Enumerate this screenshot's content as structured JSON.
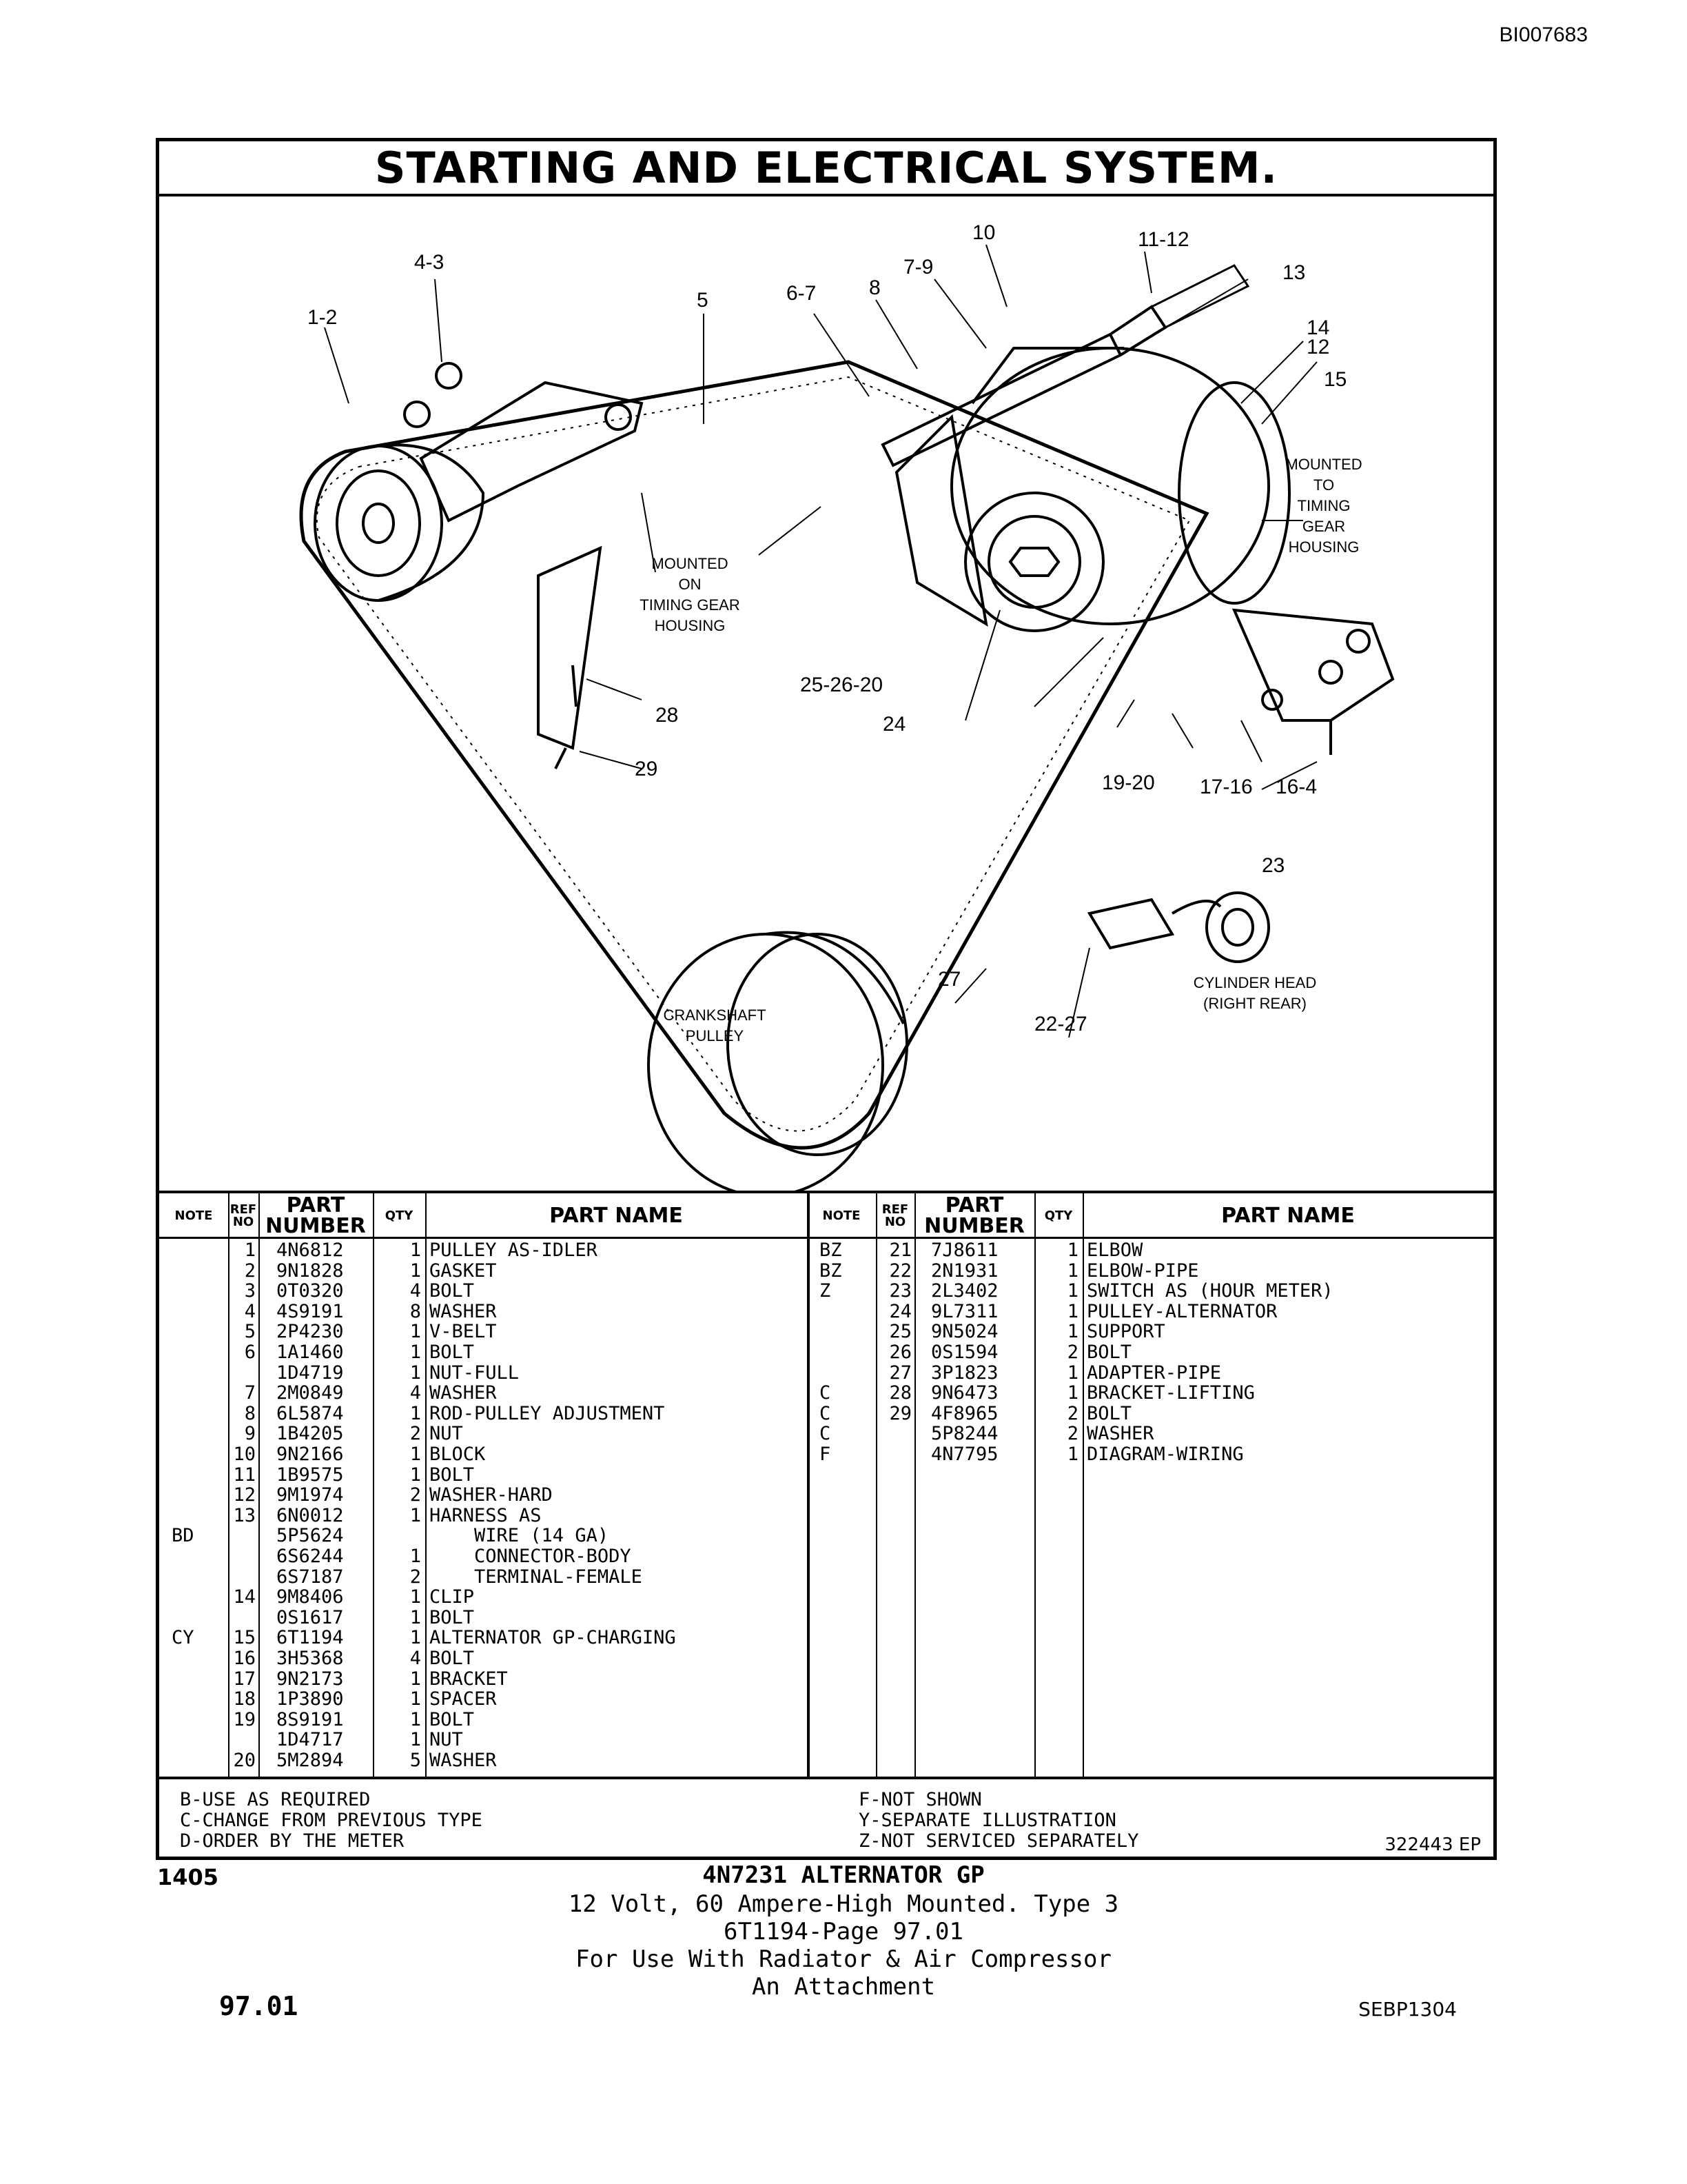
{
  "doc_id": "BI007683",
  "title": "STARTING AND ELECTRICAL SYSTEM.",
  "diagram": {
    "callouts": [
      "1-2",
      "4-3",
      "5",
      "6-7",
      "8",
      "7-9",
      "10",
      "11-12",
      "13",
      "14",
      "12",
      "15",
      "19-20",
      "17-16",
      "16-4",
      "23",
      "24",
      "25-26-20",
      "27",
      "22-27",
      "28",
      "29"
    ],
    "mounted_timing_housing_right": [
      "MOUNTED",
      "TO",
      "TIMING",
      "GEAR",
      "HOUSING"
    ],
    "mounted_timing_housing_left": [
      "MOUNTED",
      "ON",
      "TIMING GEAR",
      "HOUSING"
    ],
    "crankshaft_pulley": [
      "CRANKSHAFT",
      "PULLEY"
    ],
    "cylinder_head": [
      "CYLINDER HEAD",
      "(RIGHT REAR)"
    ]
  },
  "table": {
    "headers": {
      "note": "NOTE",
      "ref_no": [
        "REF",
        "NO"
      ],
      "part_number": [
        "PART",
        "NUMBER"
      ],
      "qty": "QTY",
      "part_name": "PART NAME"
    },
    "left_rows": [
      {
        "note": "",
        "ref": "1",
        "part": "4N6812",
        "qty": "1",
        "name": "PULLEY AS-IDLER"
      },
      {
        "note": "",
        "ref": "2",
        "part": "9N1828",
        "qty": "1",
        "name": "GASKET"
      },
      {
        "note": "",
        "ref": "3",
        "part": "0T0320",
        "qty": "4",
        "name": "BOLT"
      },
      {
        "note": "",
        "ref": "4",
        "part": "4S9191",
        "qty": "8",
        "name": "WASHER"
      },
      {
        "note": "",
        "ref": "5",
        "part": "2P4230",
        "qty": "1",
        "name": "V-BELT"
      },
      {
        "note": "",
        "ref": "6",
        "part": "1A1460",
        "qty": "1",
        "name": "BOLT"
      },
      {
        "note": "",
        "ref": "",
        "part": "1D4719",
        "qty": "1",
        "name": "NUT-FULL"
      },
      {
        "note": "",
        "ref": "7",
        "part": "2M0849",
        "qty": "4",
        "name": "WASHER"
      },
      {
        "note": "",
        "ref": "8",
        "part": "6L5874",
        "qty": "1",
        "name": "ROD-PULLEY ADJUSTMENT"
      },
      {
        "note": "",
        "ref": "9",
        "part": "1B4205",
        "qty": "2",
        "name": "NUT"
      },
      {
        "note": "",
        "ref": "10",
        "part": "9N2166",
        "qty": "1",
        "name": "BLOCK"
      },
      {
        "note": "",
        "ref": "11",
        "part": "1B9575",
        "qty": "1",
        "name": "BOLT"
      },
      {
        "note": "",
        "ref": "12",
        "part": "9M1974",
        "qty": "2",
        "name": "WASHER-HARD"
      },
      {
        "note": "",
        "ref": "13",
        "part": "6N0012",
        "qty": "1",
        "name": "HARNESS AS"
      },
      {
        "note": "BD",
        "ref": "",
        "part": "5P5624",
        "qty": "",
        "name": "    WIRE (14 GA)"
      },
      {
        "note": "",
        "ref": "",
        "part": "6S6244",
        "qty": "1",
        "name": "    CONNECTOR-BODY"
      },
      {
        "note": "",
        "ref": "",
        "part": "6S7187",
        "qty": "2",
        "name": "    TERMINAL-FEMALE"
      },
      {
        "note": "",
        "ref": "14",
        "part": "9M8406",
        "qty": "1",
        "name": "CLIP"
      },
      {
        "note": "",
        "ref": "",
        "part": "0S1617",
        "qty": "1",
        "name": "BOLT"
      },
      {
        "note": "CY",
        "ref": "15",
        "part": "6T1194",
        "qty": "1",
        "name": "ALTERNATOR GP-CHARGING"
      },
      {
        "note": "",
        "ref": "16",
        "part": "3H5368",
        "qty": "4",
        "name": "BOLT"
      },
      {
        "note": "",
        "ref": "17",
        "part": "9N2173",
        "qty": "1",
        "name": "BRACKET"
      },
      {
        "note": "",
        "ref": "18",
        "part": "1P3890",
        "qty": "1",
        "name": "SPACER"
      },
      {
        "note": "",
        "ref": "19",
        "part": "8S9191",
        "qty": "1",
        "name": "BOLT"
      },
      {
        "note": "",
        "ref": "",
        "part": "1D4717",
        "qty": "1",
        "name": "NUT"
      },
      {
        "note": "",
        "ref": "20",
        "part": "5M2894",
        "qty": "5",
        "name": "WASHER"
      }
    ],
    "right_rows": [
      {
        "note": "BZ",
        "ref": "21",
        "part": "7J8611",
        "qty": "1",
        "name": "ELBOW"
      },
      {
        "note": "BZ",
        "ref": "22",
        "part": "2N1931",
        "qty": "1",
        "name": "ELBOW-PIPE"
      },
      {
        "note": "Z",
        "ref": "23",
        "part": "2L3402",
        "qty": "1",
        "name": "SWITCH AS (HOUR METER)"
      },
      {
        "note": "",
        "ref": "24",
        "part": "9L7311",
        "qty": "1",
        "name": "PULLEY-ALTERNATOR"
      },
      {
        "note": "",
        "ref": "25",
        "part": "9N5024",
        "qty": "1",
        "name": "SUPPORT"
      },
      {
        "note": "",
        "ref": "26",
        "part": "0S1594",
        "qty": "2",
        "name": "BOLT"
      },
      {
        "note": "",
        "ref": "27",
        "part": "3P1823",
        "qty": "1",
        "name": "ADAPTER-PIPE"
      },
      {
        "note": "C",
        "ref": "28",
        "part": "9N6473",
        "qty": "1",
        "name": "BRACKET-LIFTING"
      },
      {
        "note": "C",
        "ref": "29",
        "part": "4F8965",
        "qty": "2",
        "name": "BOLT"
      },
      {
        "note": "C",
        "ref": "",
        "part": "5P8244",
        "qty": "2",
        "name": "WASHER"
      },
      {
        "note": "F",
        "ref": "",
        "part": "4N7795",
        "qty": "1",
        "name": "DIAGRAM-WIRING"
      }
    ]
  },
  "notes_left": [
    "B-USE AS REQUIRED",
    "C-CHANGE FROM PREVIOUS TYPE",
    "D-ORDER BY THE METER"
  ],
  "notes_right": [
    "F-NOT SHOWN",
    "Y-SEPARATE ILLUSTRATION",
    "Z-NOT SERVICED SEPARATELY"
  ],
  "illustration_code": "322443 EP",
  "footer": {
    "group_code": "1405",
    "group_title": "4N7231 ALTERNATOR GP",
    "line1": "12 Volt, 60 Ampere-High Mounted. Type 3",
    "line2": "6T1194-Page 97.01",
    "line3": "For Use With Radiator & Air Compressor",
    "line4": "An Attachment",
    "page": "97.01",
    "publication": "SEBP1304"
  }
}
